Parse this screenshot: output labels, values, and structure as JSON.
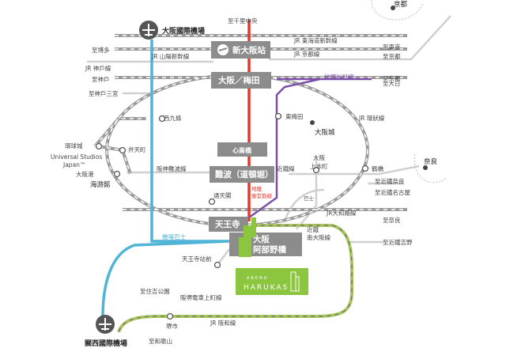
{
  "airports": {
    "itami": "大阪國際機場",
    "kansai": "關西國際機場"
  },
  "stations": {
    "shin_osaka": "新大阪站",
    "osaka_umeda": "大阪／梅田",
    "shinsaibashi": "心斎橋",
    "namba": "難波（道頓堀）",
    "tennoji": "天王寺",
    "abeno_line1": "大阪",
    "abeno_line2": "阿部野橋",
    "higashi_umeda": "東梅田",
    "nishikujo": "西九條",
    "bentencho": "弁天町",
    "tsutenkaku": "通天閣",
    "osaka_uehommachi_1": "大阪",
    "osaka_uehommachi_2": "上本町",
    "tsuruhashi": "鶴橋",
    "tennoji_ekimae": "天王寺站前",
    "sakai_city": "堺市",
    "universal_1": "環球城",
    "universal_2": "Universal Studios",
    "universal_3": "Japan™",
    "osaka_port": "大阪港",
    "kaiyukan": "海游館",
    "osaka_castle": "大阪城",
    "kyoto": "京都",
    "nara": "奈良"
  },
  "lines": {
    "to_senri_chuo": "至千里中央",
    "jr_tokaido_shinkansen": "JR 東海道新幹線",
    "jr_sanyo_shinkansen": "JR 山陽新幹線",
    "jr_kobe_line": "JR 神戶線",
    "jr_kyoto_line": "JR 京都線",
    "to_hakata": "至博多",
    "to_kobe": "至神戶",
    "to_kobe_sannomiya": "至神戶三宮",
    "to_tokyo": "至東京",
    "to_kyoto_1": "至京都",
    "to_kyoto_2": "至京都",
    "tanimachi_line": "地鐵谷町線",
    "to_dainichi": "至大日",
    "jr_loop_line": "JR 環狀線",
    "hanshin_namba": "阪神難波線",
    "kintetsu_line": "近鐵線",
    "midosuji_1": "地鐵",
    "midosuji_2": "御堂筋線",
    "to_kintetsu_nara": "至近鐵奈良",
    "to_kintetsu_nagoya": "至近鐵名古屋",
    "jr_yamatoji": "JR大和路線",
    "to_nara": "至奈良",
    "kintetsu_minami_osaka_1": "近鐵",
    "kintetsu_minami_osaka_2": "南大阪線",
    "to_kintetsu_yoshino": "至近鐵吉野",
    "airport_bus": "機場巴士",
    "bus": "巴士",
    "to_sumiyoshi_koen": "至住吉公園",
    "hankai_tram": "阪堺電車上町線",
    "jr_hanwa_line": "JR 阪和線",
    "to_wakayama": "至和歌山"
  },
  "landmark": {
    "title_small": "ABENO",
    "title_large": "HARUKAS"
  },
  "colors": {
    "jr_gray": "#9a9a9a",
    "midosuji_red": "#e5382b",
    "tanimachi_purple": "#7d4fa8",
    "airport_blue": "#4fb4d6",
    "hanwa_green": "#a7c55d",
    "station_box": "#8c8c8c",
    "landmark_green": "#8cc63f"
  }
}
